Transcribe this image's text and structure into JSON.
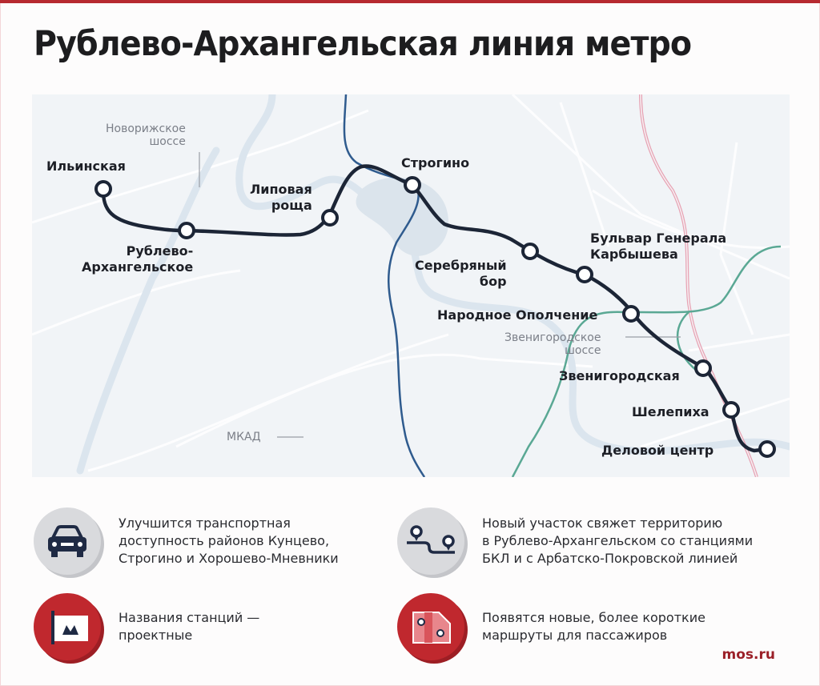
{
  "header": {
    "title": "Рублево-Архангельская линия метро"
  },
  "colors": {
    "accent_red": "#c0282e",
    "line_dark": "#1c2536",
    "river_blue": "#2f5b8e",
    "mcc_teal": "#5aa894",
    "rail_pink": "#e7a3b4",
    "map_bg": "#f1f4f7"
  },
  "map": {
    "road_labels": {
      "novorizhskoe": [
        "Новорижское",
        "шоссе"
      ],
      "zvenigorodskoe": [
        "Звенигородское",
        "шоссе"
      ],
      "mkad": "МКАД"
    },
    "stations": [
      {
        "name": "Ильинская",
        "lines": [
          "Ильинская"
        ]
      },
      {
        "name": "Рублево-Архангельское",
        "lines": [
          "Рублево-",
          "Архангельское"
        ]
      },
      {
        "name": "Липовая роща",
        "lines": [
          "Липовая",
          "роща"
        ]
      },
      {
        "name": "Строгино",
        "lines": [
          "Строгино"
        ]
      },
      {
        "name": "Серебряный бор",
        "lines": [
          "Серебряный",
          "бор"
        ]
      },
      {
        "name": "Бульвар Генерала Карбышева",
        "lines": [
          "Бульвар Генерала",
          "Карбышева"
        ]
      },
      {
        "name": "Народное Ополчение",
        "lines": [
          "Народное Ополчение"
        ]
      },
      {
        "name": "Звенигородская",
        "lines": [
          "Звенигородская"
        ]
      },
      {
        "name": "Шелепиха",
        "lines": [
          "Шелепиха"
        ]
      },
      {
        "name": "Деловой центр",
        "lines": [
          "Деловой центр"
        ]
      }
    ]
  },
  "info": [
    {
      "icon": "car-icon",
      "lines": [
        "Улучшится транспортная",
        "доступность районов Кунцево,",
        "Строгино и Хорошево-Мневники"
      ]
    },
    {
      "icon": "route-pins-icon",
      "lines": [
        "Новый участок свяжет территорию",
        "в Рублево-Архангельском со станциями",
        "БКЛ и с Арбатско-Покровской линией"
      ]
    },
    {
      "icon": "metro-sign-icon",
      "lines": [
        "Названия станций —",
        "проектные"
      ]
    },
    {
      "icon": "map-route-icon",
      "lines": [
        "Появятся новые, более короткие",
        "маршруты для пассажиров"
      ]
    }
  ],
  "footer": {
    "source": "mos.ru"
  }
}
